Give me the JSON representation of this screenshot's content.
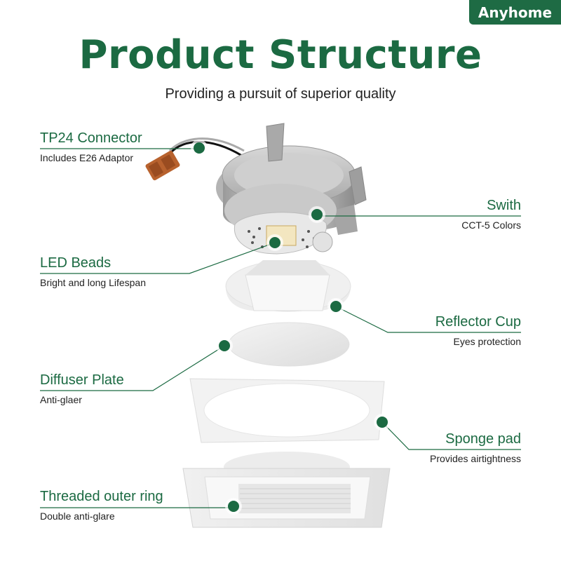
{
  "brand": "Anyhome",
  "title": "Product Structure",
  "subtitle": "Providing a pursuit of superior quality",
  "colors": {
    "accent": "#1b6a42",
    "brand_bg": "#1e6b44"
  },
  "parts": [
    {
      "name": "TP24 Connector",
      "desc": "Includes E26 Adaptor"
    },
    {
      "name": "Swith",
      "desc": "CCT-5 Colors"
    },
    {
      "name": "LED Beads",
      "desc": "Bright and long Lifespan"
    },
    {
      "name": "Reflector Cup",
      "desc": "Eyes protection"
    },
    {
      "name": "Diffuser Plate",
      "desc": "Anti-glaer"
    },
    {
      "name": "Sponge pad",
      "desc": "Provides airtightness"
    },
    {
      "name": "Threaded outer ring",
      "desc": "Double anti-glare"
    }
  ]
}
